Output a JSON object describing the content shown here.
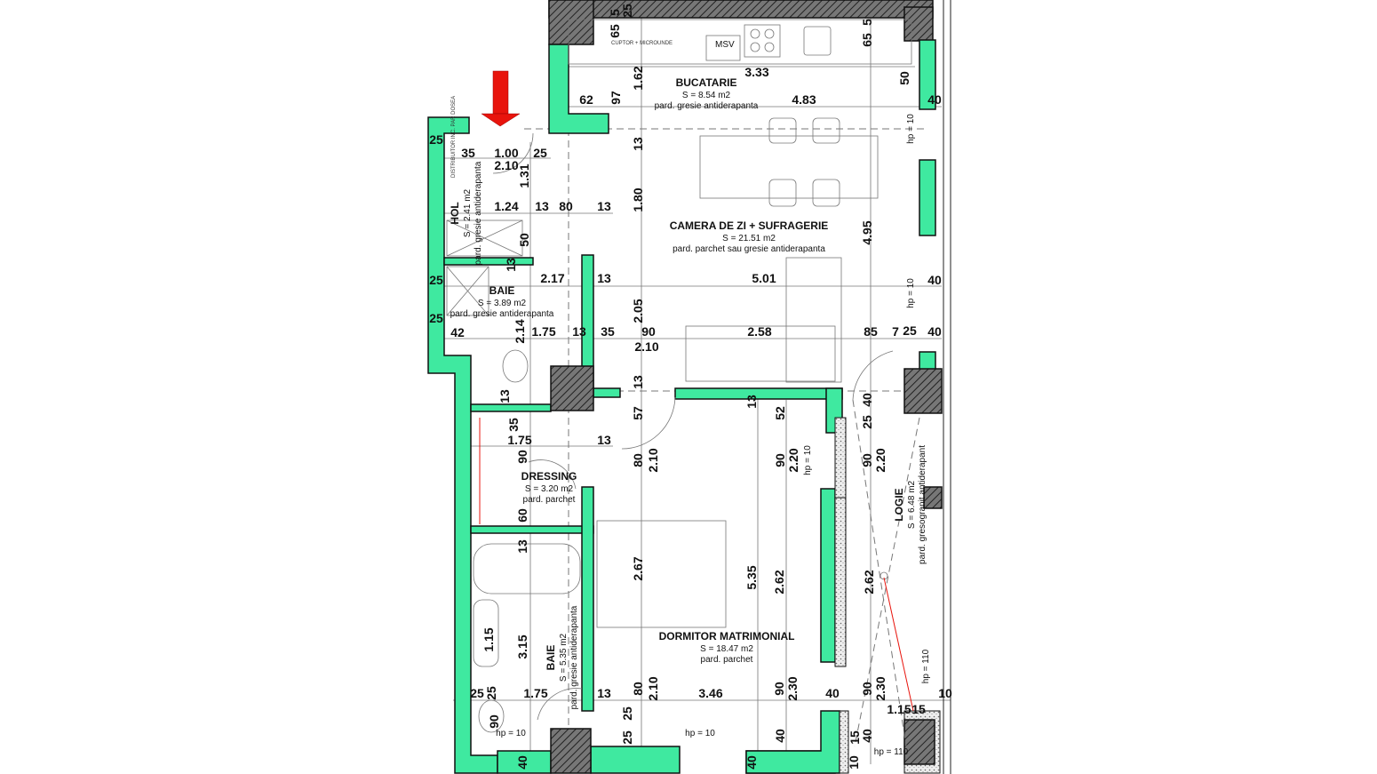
{
  "plan": {
    "wall_color": "#3fe9a0",
    "entrance_arrow_color": "#e8140c",
    "rooms": [
      {
        "id": "bucatarie",
        "name": "BUCATARIE",
        "area": "S = 8.54 m2",
        "floor": "pard. gresie antiderapanta"
      },
      {
        "id": "camera",
        "name": "CAMERA DE ZI + SUFRAGERIE",
        "area": "S = 21.51 m2",
        "floor": "pard. parchet sau gresie antiderapanta"
      },
      {
        "id": "hol",
        "name": "HOL",
        "area": "S = 2.41 m2",
        "floor": "pard. gresie antiderapanta"
      },
      {
        "id": "baie1",
        "name": "BAIE",
        "area": "S = 3.89 m2",
        "floor": "pard. gresie antiderapanta"
      },
      {
        "id": "dressing",
        "name": "DRESSING",
        "area": "S = 3.20 m2",
        "floor": "pard. parchet"
      },
      {
        "id": "dormitor",
        "name": "DORMITOR  MATRIMONIAL",
        "area": "S = 18.47 m2",
        "floor": "pard. parchet"
      },
      {
        "id": "baie2",
        "name": "BAIE",
        "area": "S = 5.35 m2",
        "floor": "pard. gresie antiderapanta"
      },
      {
        "id": "logie",
        "name": "LOGIE",
        "area": "S = 6.48 m2",
        "floor": "pard. gresogranit antiderapant"
      }
    ],
    "fixture_labels": {
      "msv": "MSV",
      "oven": "CUPTOR + MICROUNDE",
      "distributor": "DISTRIBUITOR INC. PAR DOSEA"
    },
    "dimensions": [
      "25",
      "35",
      "1.00",
      "25",
      "2.10",
      "1.31",
      "1.24",
      "13",
      "80",
      "13",
      "62",
      "97",
      "1.62",
      "65",
      "5",
      "25",
      "65",
      "5",
      "50",
      "3.33",
      "4.83",
      "40",
      "hp = 10",
      "13",
      "1.80",
      "4.95",
      "50",
      "13",
      "25",
      "2.17",
      "13",
      "5.01",
      "hp = 10",
      "40",
      "2.05",
      "25",
      "42",
      "2.14",
      "1.75",
      "13",
      "35",
      "90",
      "2.10",
      "2.58",
      "85",
      "7",
      "25",
      "40",
      "13",
      "13",
      "13",
      "35",
      "52",
      "40",
      "25",
      "57",
      "1.75",
      "13",
      "90",
      "80",
      "2.10",
      "90",
      "2.20",
      "hp = 10",
      "90",
      "2.20",
      "60",
      "13",
      "2.67",
      "5.35",
      "2.62",
      "2.62",
      "1.15",
      "3.15",
      "80",
      "2.10",
      "3.46",
      "90",
      "2.30",
      "40",
      "90",
      "2.30",
      "1.15",
      "15",
      "10",
      "hp = 110",
      "25",
      "25",
      "1.75",
      "13",
      "25",
      "25",
      "90",
      "hp = 10",
      "hp = 10",
      "40",
      "40",
      "15",
      "10",
      "hp = 110",
      "40",
      "40"
    ]
  }
}
